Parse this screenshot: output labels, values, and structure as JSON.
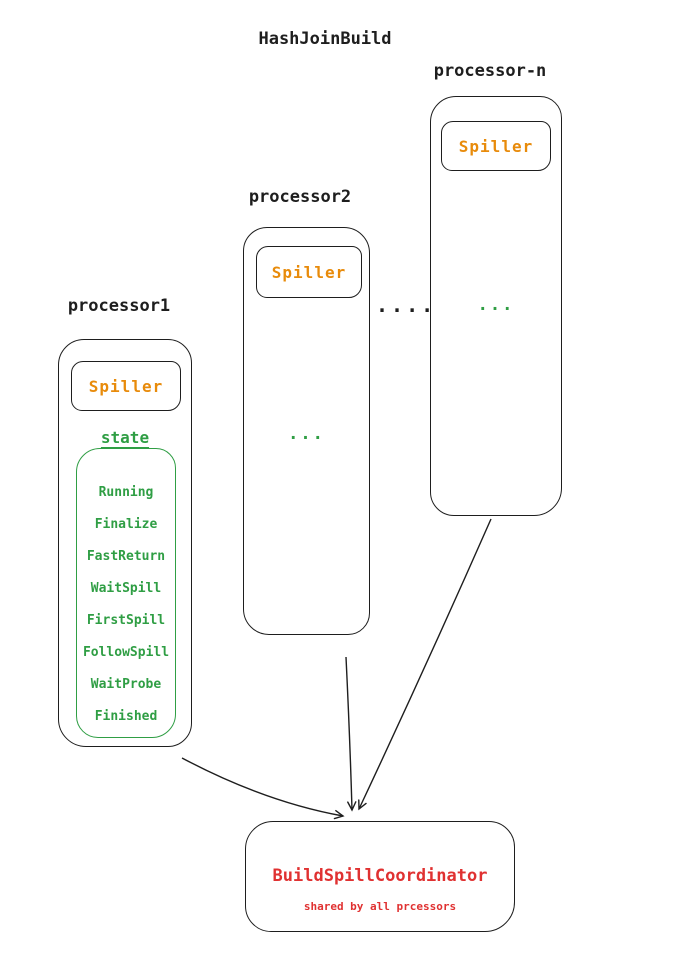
{
  "title": "HashJoinBuild",
  "processors": [
    {
      "label": "processor1",
      "spiller_label": "Spiller",
      "state_title": "state",
      "states": [
        "Running",
        "Finalize",
        "FastReturn",
        "WaitSpill",
        "FirstSpill",
        "FollowSpill",
        "WaitProbe",
        "Finished"
      ]
    },
    {
      "label": "processor2",
      "spiller_label": "Spiller",
      "ellipsis": "..."
    },
    {
      "label": "processor-n",
      "spiller_label": "Spiller",
      "ellipsis": "..."
    }
  ],
  "separator_dots": "....",
  "coordinator": {
    "title": "BuildSpillCoordinator",
    "subtitle": "shared by all prcessors"
  },
  "colors": {
    "stroke": "#1e1e1e",
    "orange": "#e88b0b",
    "green": "#2f9e44",
    "red": "#e03131"
  }
}
